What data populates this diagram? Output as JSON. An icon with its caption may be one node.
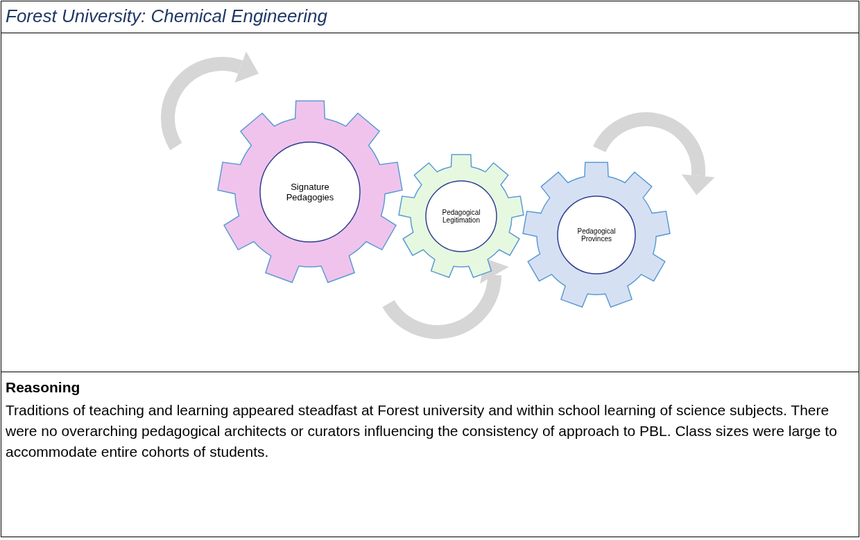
{
  "diagram": {
    "title": "Forest University: Chemical Engineering",
    "nodes": [
      {
        "text": [
          "Signature Pedagogies"
        ]
      },
      {
        "text": [
          "Pedagogical Legitimation"
        ]
      },
      {
        "text": [
          "Pedagogical Provinces"
        ]
      }
    ],
    "labels": [
      "Reasoning",
      "Traditions of teaching and learning appeared steadfast at Forest university and within school learning of science subjects. There were no overarching pedagogical architects or curators influencing the consistency of approach to PBL. Class sizes were large to accommodate entire cohorts of students."
    ]
  }
}
